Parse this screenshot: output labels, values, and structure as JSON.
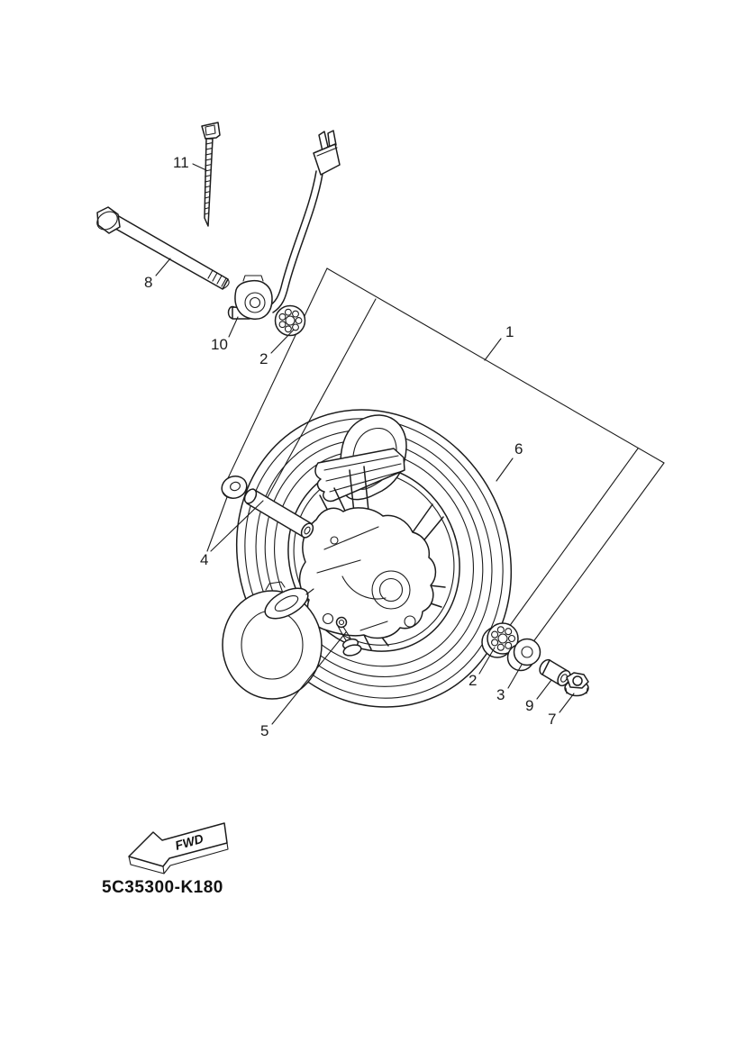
{
  "diagram": {
    "code": "5C35300-K180",
    "direction_label": "FWD",
    "colors": {
      "line": "#1c1c1c",
      "background": "#ffffff"
    },
    "callouts": [
      {
        "id": "1",
        "label": "1"
      },
      {
        "id": "2-top",
        "label": "2"
      },
      {
        "id": "2-bottom",
        "label": "2"
      },
      {
        "id": "3",
        "label": "3"
      },
      {
        "id": "4",
        "label": "4"
      },
      {
        "id": "5",
        "label": "5"
      },
      {
        "id": "6",
        "label": "6"
      },
      {
        "id": "7",
        "label": "7"
      },
      {
        "id": "8",
        "label": "8"
      },
      {
        "id": "9",
        "label": "9"
      },
      {
        "id": "10",
        "label": "10"
      },
      {
        "id": "11",
        "label": "11"
      }
    ]
  }
}
